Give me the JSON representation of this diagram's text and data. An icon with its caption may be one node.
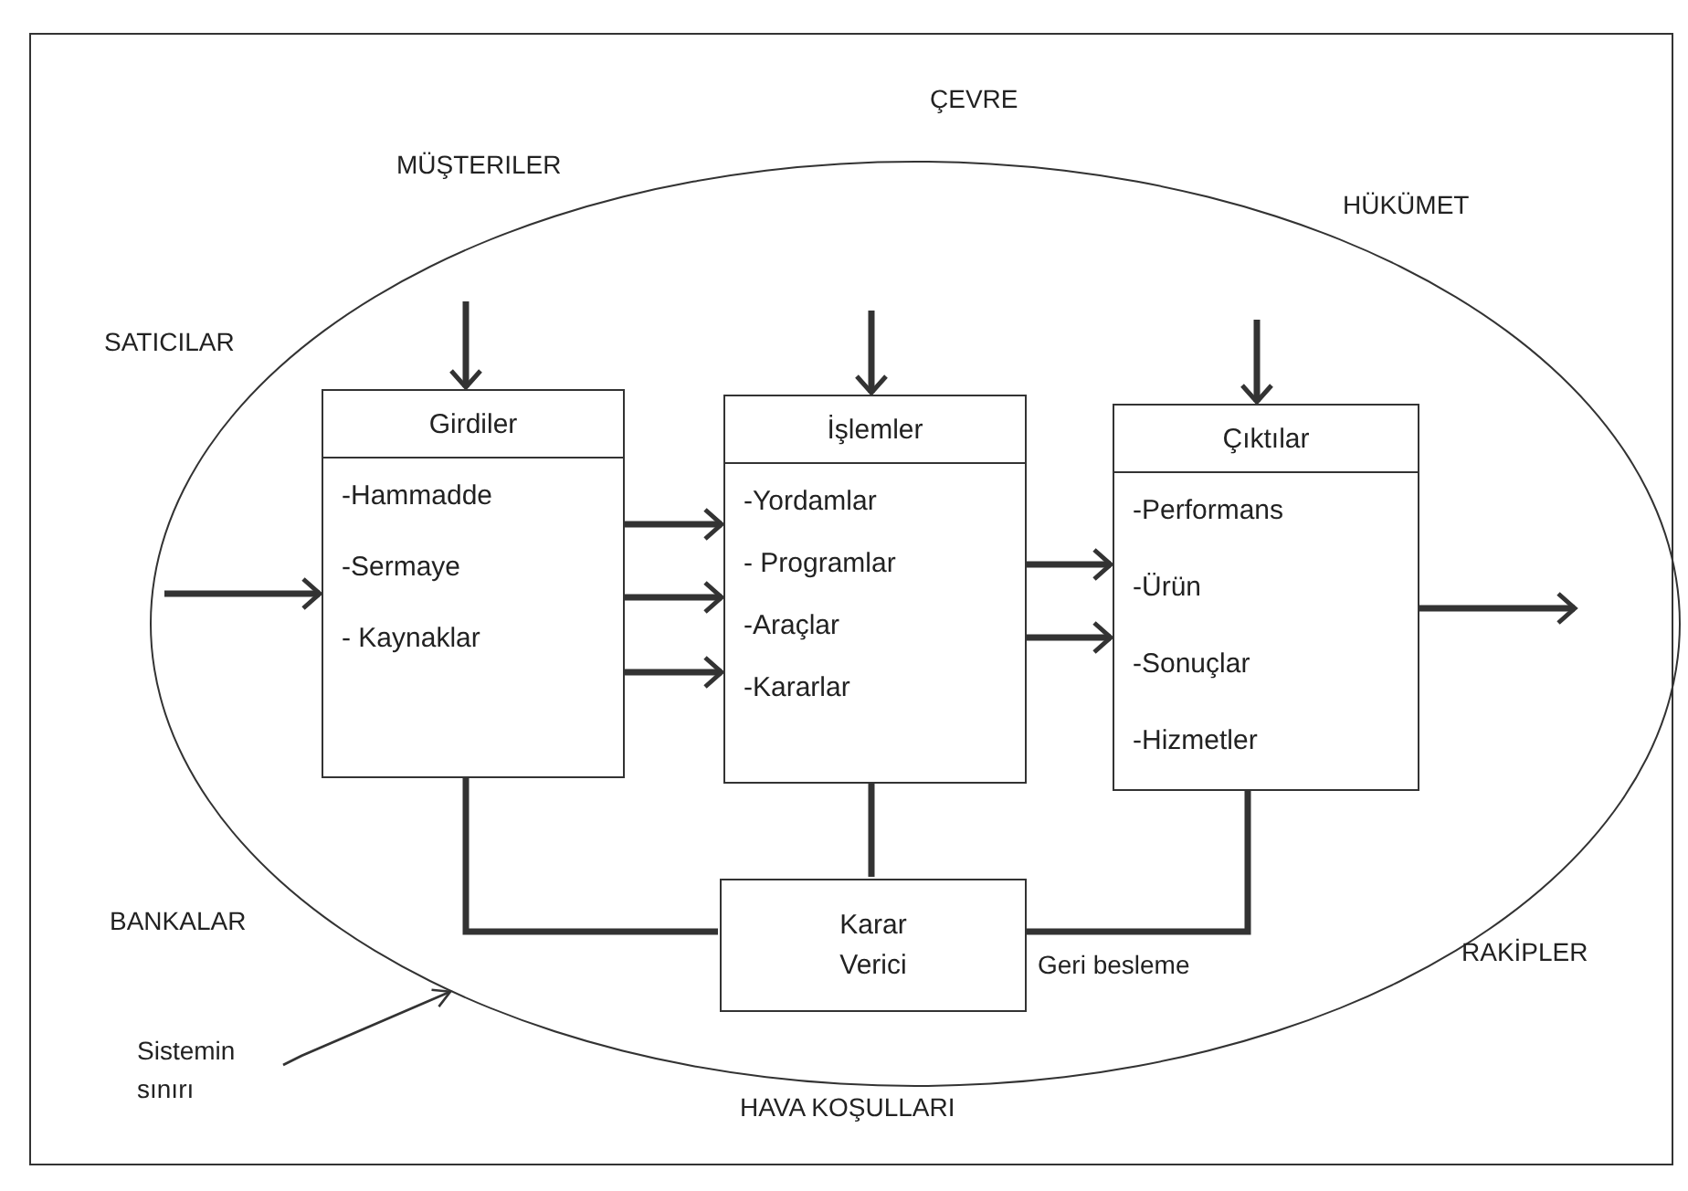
{
  "diagram": {
    "nodes": [
      {
        "text": [],
        "shape": "ellipse"
      },
      {
        "text": [
          "Girdiler",
          "-Hammadde",
          "-Sermaye",
          "- Kaynaklar"
        ],
        "in": 0
      },
      {
        "text": [
          "İşlemler",
          "-Yordamlar",
          "- Programlar",
          "-Araçlar",
          "-Kararlar"
        ],
        "in": 0
      },
      {
        "text": [
          "Çıktılar",
          "-Performans",
          "-Ürün",
          "-Sonuçlar",
          "-Hizmetler"
        ],
        "in": 0
      },
      {
        "text": [
          "Karar Verici"
        ],
        "in": 0
      },
      {
        "text": [
          "Sistemin sınırı"
        ]
      }
    ],
    "edges": [
      {
        "from": null,
        "to": 1,
        "arrow": "to"
      },
      {
        "from": null,
        "to": 1,
        "arrow": "to"
      },
      {
        "from": null,
        "to": 2,
        "arrow": "to"
      },
      {
        "from": null,
        "to": 3,
        "arrow": "to"
      },
      {
        "from": 1,
        "to": 2,
        "arrow": "to"
      },
      {
        "from": 1,
        "to": 2,
        "arrow": "to"
      },
      {
        "from": 1,
        "to": 2,
        "arrow": "to"
      },
      {
        "from": 2,
        "to": 3,
        "arrow": "to"
      },
      {
        "from": 2,
        "to": 3,
        "arrow": "to"
      },
      {
        "from": 3,
        "to": null,
        "arrow": "to"
      },
      {
        "from": 1,
        "to": 4,
        "arrow": "none"
      },
      {
        "from": 2,
        "to": 4,
        "arrow": "none"
      },
      {
        "from": 3,
        "to": 4,
        "arrow": "none",
        "label": "Geri besleme"
      },
      {
        "from": 5,
        "to": 0,
        "arrow": "to"
      }
    ],
    "labels": [
      "ÇEVRE",
      "MÜŞTERILER",
      "HÜKÜMET",
      "SATICILAR",
      "BANKALAR",
      "RAKİPLER",
      "HAVA KOŞULLARI"
    ]
  }
}
